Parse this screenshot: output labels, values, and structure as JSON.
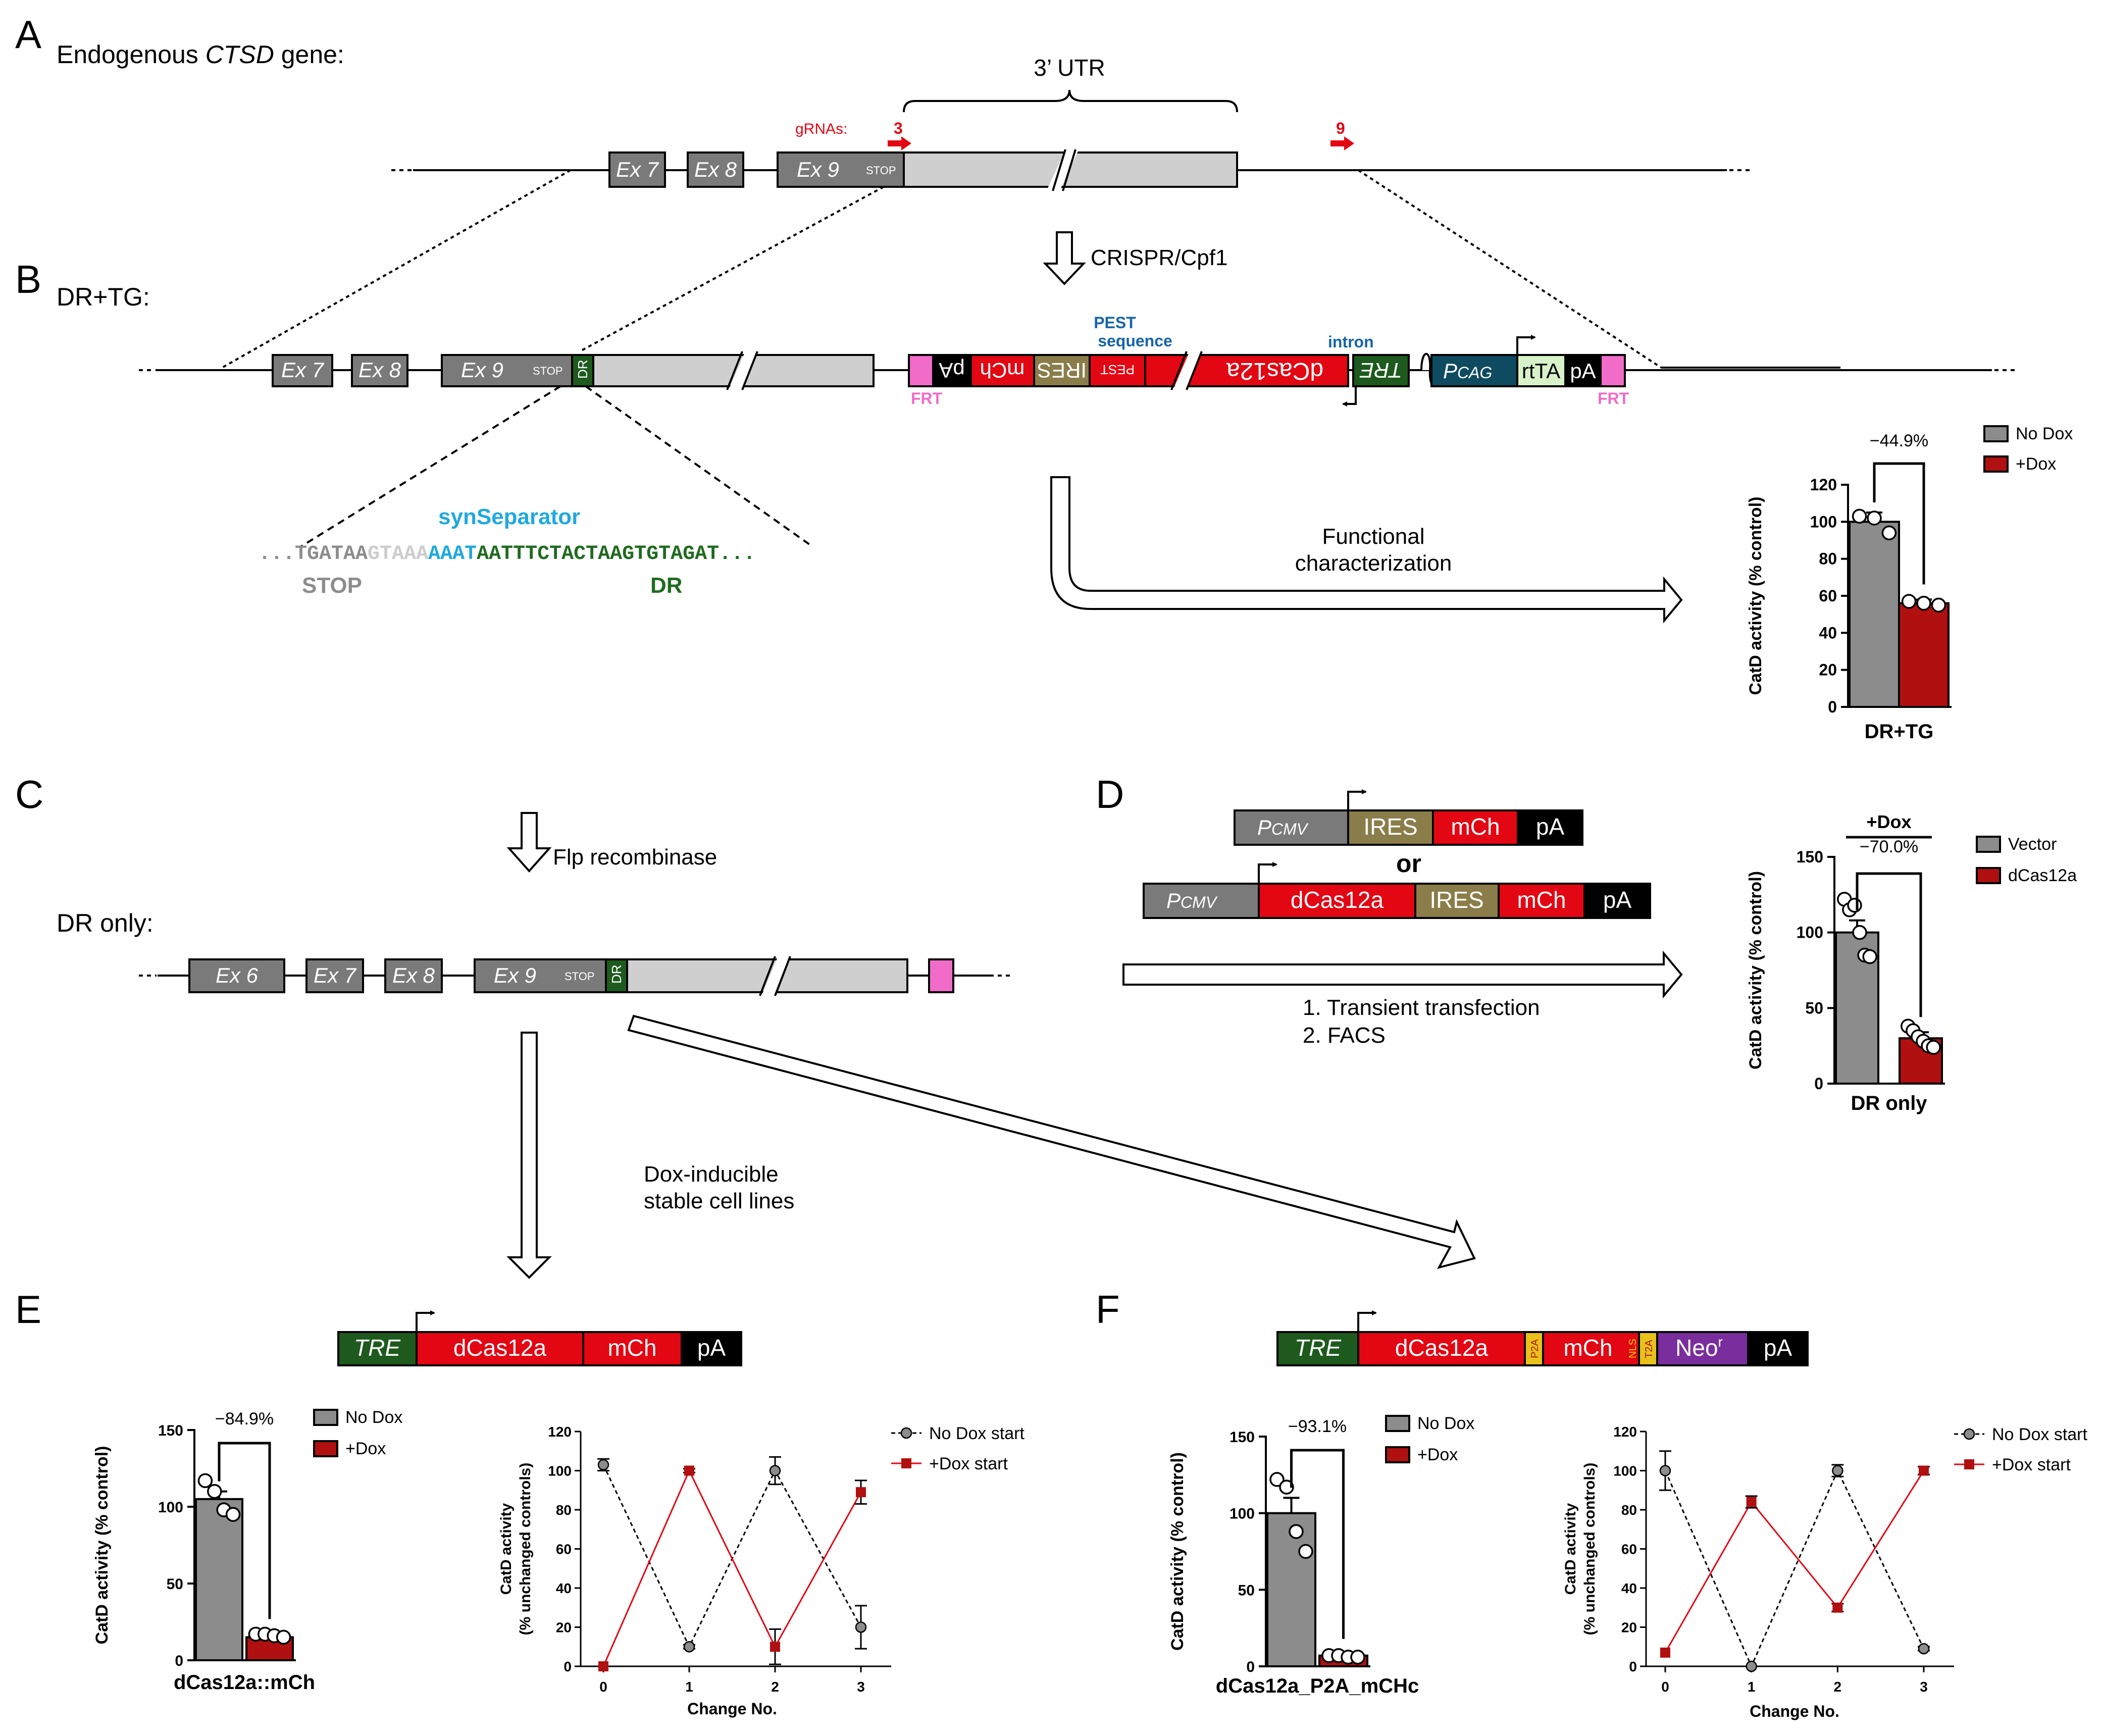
{
  "colors": {
    "red": "#e30613",
    "dark_red": "#b01010",
    "gray_bar": "#8c8c8c",
    "exon": "#7a7a7a",
    "utr": "#cfcfcf",
    "frt": "#f06cc8",
    "olive": "#8b7d4a",
    "tre_green": "#1e5a1e",
    "pcag_teal": "#0e4a60",
    "rttA_green": "#d7f2c8",
    "neo_purple": "#7a2e9e",
    "p2a_yellow": "#e8c21a",
    "cyan": "#1fa9e0",
    "dr_green": "#1e6b1e",
    "pest_blue": "#1565a8"
  },
  "panels": {
    "A": {
      "letter": "A",
      "title_pre": "Endogenous ",
      "title_gene": "CTSD",
      "title_post": " gene:",
      "utr_label": "3’ UTR",
      "gRNA_label": "gRNAs:",
      "gRNA_3": "3",
      "gRNA_9": "9",
      "exons": [
        "Ex 7",
        "Ex 8",
        "Ex 9"
      ],
      "stop": "STOP"
    },
    "B": {
      "letter": "B",
      "title": "DR+TG:",
      "crispr": "CRISPR/Cpf1",
      "exons": [
        "Ex 7",
        "Ex 8",
        "Ex 9"
      ],
      "stop": "STOP",
      "dr": "DR",
      "frt": "FRT",
      "pa": "pA",
      "mch": "mCh",
      "ires": "IRES",
      "pest": "PEST",
      "dcas": "dCas12a",
      "tre": "TRE",
      "pcag_p": "P",
      "pcag_sub": "CAG",
      "rtta": "rtTA",
      "pest_seq_l1": "PEST",
      "pest_seq_l2": "sequence",
      "intron": "intron",
      "seq_dots_l": "...",
      "seq_stop": "TGATAA",
      "seq_light": "GTAAA",
      "seq_syn": "AAAT",
      "seq_dr": "AATTTCTACTAAGTGTAGAT",
      "seq_dots_r": "...",
      "syn_label": "synSeparator",
      "stop_label": "STOP",
      "dr_label": "DR",
      "func_l1": "Functional",
      "func_l2": "characterization"
    },
    "C": {
      "letter": "C",
      "flp": "Flp recombinase",
      "title": "DR only:",
      "exons": [
        "Ex 6",
        "Ex 7",
        "Ex 8",
        "Ex 9"
      ],
      "stop": "STOP",
      "dr": "DR",
      "dox_l1": "Dox-inducible",
      "dox_l2": "stable cell lines"
    },
    "D": {
      "letter": "D",
      "pcmv_p": "P",
      "pcmv_sub": "CMV",
      "ires": "IRES",
      "mch": "mCh",
      "pa": "pA",
      "or": "or",
      "dcas": "dCas12a",
      "step1": "1. Transient transfection",
      "step2": "2. FACS"
    },
    "E": {
      "letter": "E",
      "tre": "TRE",
      "dcas": "dCas12a",
      "mch": "mCh",
      "pa": "pA"
    },
    "F": {
      "letter": "F",
      "tre": "TRE",
      "dcas": "dCas12a",
      "p2a": "P2A",
      "mch": "mCh",
      "nls": "NLS",
      "t2a": "T2A",
      "neo": "Neo",
      "neo_sup": "r",
      "pa": "pA"
    }
  },
  "chart_data": [
    {
      "id": "B_bar",
      "type": "bar",
      "ylabel": "CatD activity (% control)",
      "xlabel": "DR+TG",
      "ylim": [
        0,
        120
      ],
      "yticks": [
        0,
        20,
        40,
        60,
        80,
        100,
        120
      ],
      "categories": [
        "No Dox",
        "+Dox"
      ],
      "values": [
        100,
        56
      ],
      "errors": [
        5,
        2
      ],
      "points": [
        [
          103,
          102,
          94
        ],
        [
          57,
          56,
          55
        ]
      ],
      "annotation": "−44.9%",
      "legend": [
        "No Dox",
        "+Dox"
      ]
    },
    {
      "id": "D_bar",
      "type": "bar",
      "ylabel": "CatD activity (% control)",
      "xlabel": "DR only",
      "ylim": [
        0,
        150
      ],
      "yticks": [
        0,
        50,
        100,
        150
      ],
      "categories": [
        "Vector",
        "dCas12a"
      ],
      "values": [
        100,
        30
      ],
      "errors": [
        8,
        4
      ],
      "points": [
        [
          122,
          115,
          118,
          100,
          85,
          84
        ],
        [
          38,
          35,
          31,
          28,
          25,
          24
        ]
      ],
      "annotation": "−70.0%",
      "header": "+Dox",
      "legend": [
        "Vector",
        "dCas12a"
      ]
    },
    {
      "id": "E_bar",
      "type": "bar",
      "ylabel": "CatD activity (% control)",
      "xlabel": "dCas12a::mCh",
      "ylim": [
        0,
        150
      ],
      "yticks": [
        0,
        50,
        100,
        150
      ],
      "categories": [
        "No Dox",
        "+Dox"
      ],
      "values": [
        105,
        15
      ],
      "errors": [
        5,
        2
      ],
      "points": [
        [
          117,
          110,
          98,
          95
        ],
        [
          17,
          17,
          16,
          15
        ]
      ],
      "annotation": "−84.9%",
      "legend": [
        "No Dox",
        "+Dox"
      ]
    },
    {
      "id": "E_line",
      "type": "line",
      "ylabel_l1": "CatD activity",
      "ylabel_l2": "(% unchanged controls)",
      "xlabel": "Change No.",
      "x": [
        0,
        1,
        2,
        3
      ],
      "ylim": [
        0,
        120
      ],
      "yticks": [
        0,
        20,
        40,
        60,
        80,
        100,
        120
      ],
      "series": [
        {
          "name": "No Dox start",
          "values": [
            103,
            10,
            100,
            20
          ],
          "errors": [
            3,
            1,
            7,
            11
          ]
        },
        {
          "name": "+Dox start",
          "values": [
            0,
            100,
            10,
            89
          ],
          "errors": [
            0,
            1,
            9,
            6
          ]
        }
      ]
    },
    {
      "id": "F_bar",
      "type": "bar",
      "ylabel": "CatD activity (% control)",
      "xlabel": "dCas12a_P2A_mCHc",
      "ylim": [
        0,
        150
      ],
      "yticks": [
        0,
        50,
        100,
        150
      ],
      "categories": [
        "No Dox",
        "+Dox"
      ],
      "values": [
        100,
        7
      ],
      "errors": [
        10,
        1
      ],
      "points": [
        [
          122,
          117,
          88,
          75
        ],
        [
          7,
          7,
          6,
          6
        ]
      ],
      "annotation": "−93.1%",
      "legend": [
        "No Dox",
        "+Dox"
      ]
    },
    {
      "id": "F_line",
      "type": "line",
      "ylabel_l1": "CatD activity",
      "ylabel_l2": "(% unchanged controls)",
      "xlabel": "Change No.",
      "x": [
        0,
        1,
        2,
        3
      ],
      "ylim": [
        0,
        120
      ],
      "yticks": [
        0,
        20,
        40,
        60,
        80,
        100,
        120
      ],
      "series": [
        {
          "name": "No Dox start",
          "values": [
            100,
            0,
            100,
            9
          ],
          "errors": [
            10,
            0,
            3,
            1
          ]
        },
        {
          "name": "+Dox start",
          "values": [
            7,
            84,
            30,
            100
          ],
          "errors": [
            0,
            3,
            2,
            2
          ]
        }
      ]
    }
  ]
}
